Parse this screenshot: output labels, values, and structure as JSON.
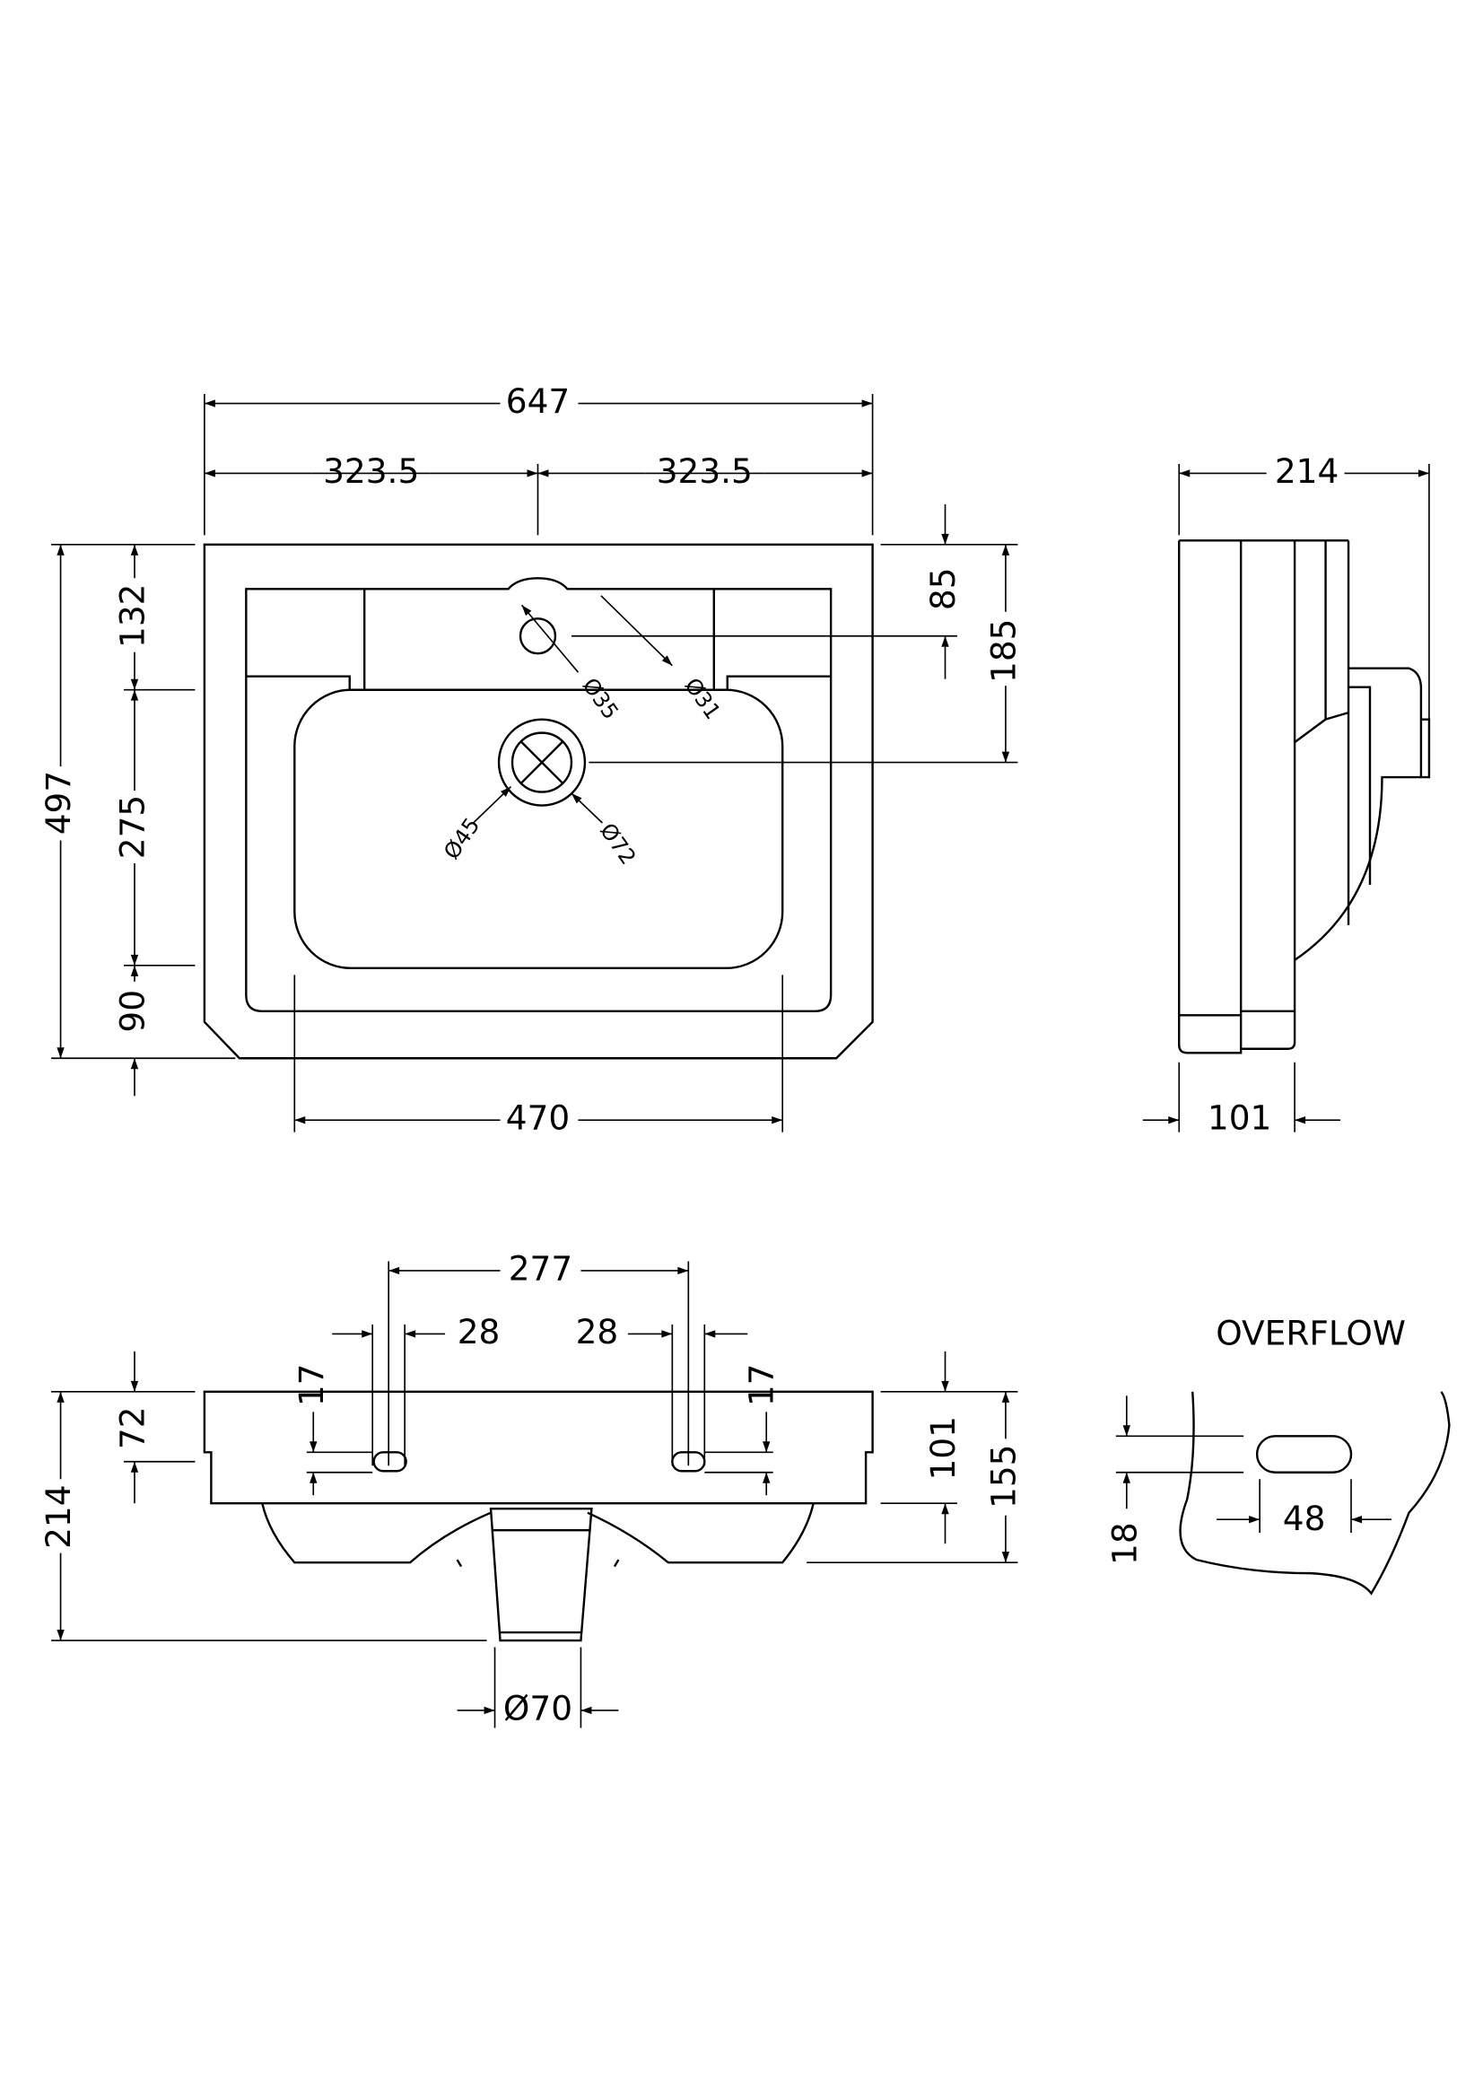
{
  "plan_view": {
    "overall_width": "647",
    "half_width_left": "323.5",
    "half_width_right": "323.5",
    "overall_depth": "497",
    "rear_to_bowl": "132",
    "bowl_depth": "275",
    "front_rim": "90",
    "tap_hole_offset": "85",
    "waste_offset": "185",
    "bowl_width": "470",
    "tap_hole_dia": "Ø35",
    "tap_hole_boss_dia": "Ø31",
    "waste_dia": "Ø45",
    "waste_outer_dia": "Ø72"
  },
  "side_view": {
    "overall_projection": "214",
    "front_section": "101"
  },
  "front_view": {
    "overflow_spacing": "277",
    "overflow_left_width": "28",
    "overflow_right_width": "28",
    "overflow_left_height": "17",
    "overflow_right_height": "17",
    "rim_to_overflow": "72",
    "overall_height": "214",
    "rim_height": "101",
    "basin_height": "155",
    "waste_outlet_dia": "Ø70"
  },
  "overflow_detail": {
    "title": "OVERFLOW",
    "slot_height": "18",
    "slot_width": "48"
  }
}
